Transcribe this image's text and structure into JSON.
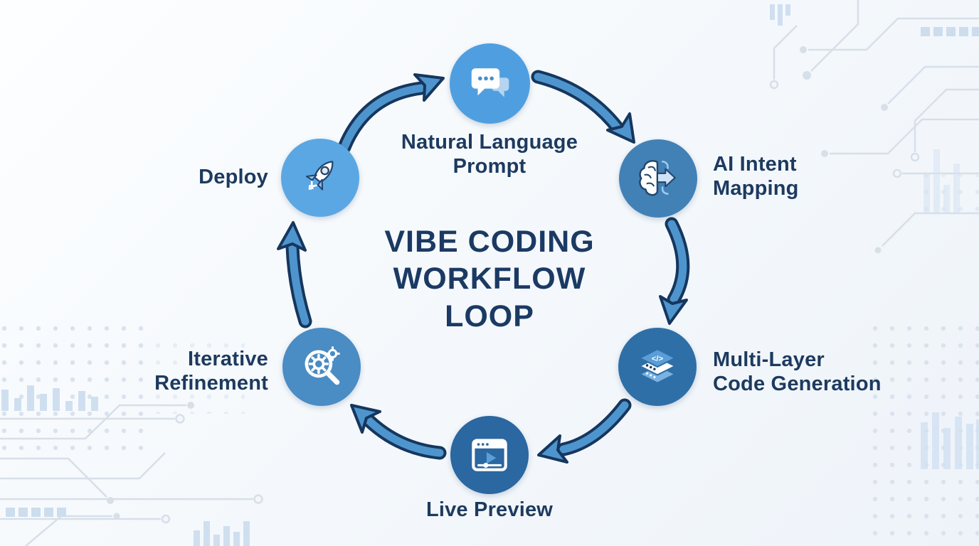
{
  "title": {
    "lines": [
      "VIBE CODING",
      "WORKFLOW",
      "LOOP"
    ]
  },
  "nodes": [
    {
      "id": "natural-language-prompt",
      "label": "Natural Language Prompt",
      "lines": [
        "Natural Language",
        "Prompt"
      ],
      "icon": "chat-bubbles-icon",
      "color": "#4f9fe0"
    },
    {
      "id": "ai-intent-mapping",
      "label": "AI Intent Mapping",
      "lines": [
        "AI Intent",
        "Mapping"
      ],
      "icon": "brain-arrow-icon",
      "color": "#4281b6"
    },
    {
      "id": "multi-layer-code-generation",
      "label": "Multi-Layer Code Generation",
      "lines": [
        "Multi-Layer",
        "Code Generation"
      ],
      "icon": "stacked-code-layers-icon",
      "color": "#2f6fa8"
    },
    {
      "id": "live-preview",
      "label": "Live Preview",
      "lines": [
        "Live Preview"
      ],
      "icon": "video-player-icon",
      "color": "#2b67a0"
    },
    {
      "id": "iterative-refinement",
      "label": "Iterative Refinement",
      "lines": [
        "Iterative",
        "Refinement"
      ],
      "icon": "magnifier-gear-icon",
      "color": "#4a8cc4"
    },
    {
      "id": "deploy",
      "label": "Deploy",
      "lines": [
        "Deploy"
      ],
      "icon": "rocket-icon",
      "color": "#5ba7e4"
    }
  ],
  "colors": {
    "label_text": "#1d3a5f",
    "title_text": "#1b3a63",
    "arrow_fill": "#4e95cd",
    "arrow_outline": "#16365e",
    "background_tint": "#eef3f9",
    "circuit_line": "#d7dfe9"
  }
}
